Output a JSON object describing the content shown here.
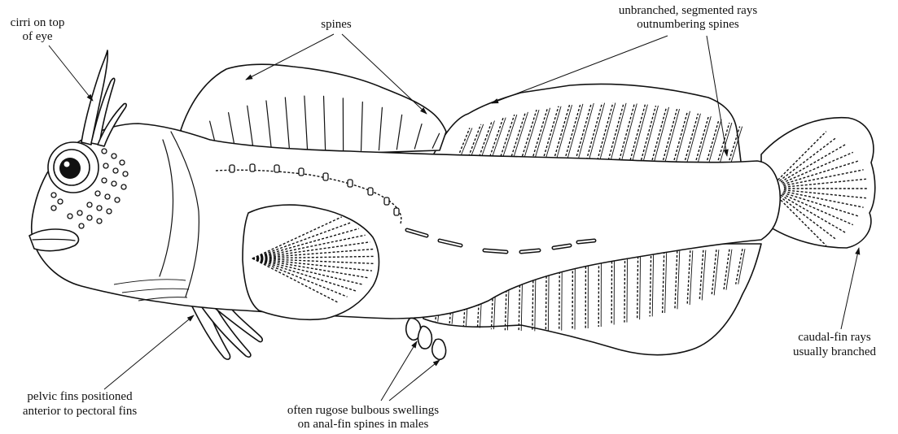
{
  "labels": {
    "spines": "spines",
    "unbranched_1": "unbranched, segmented rays",
    "unbranched_2": "outnumbering spines",
    "cirri_1": "cirri on top",
    "cirri_2": "of eye",
    "caudal_1": "caudal-fin rays",
    "caudal_2": "usually branched",
    "pelvic_1": "pelvic fins positioned",
    "pelvic_2": "anterior to pectoral fins",
    "rugose_1": "often rugose bulbous swellings",
    "rugose_2": "on anal-fin spines in males"
  }
}
